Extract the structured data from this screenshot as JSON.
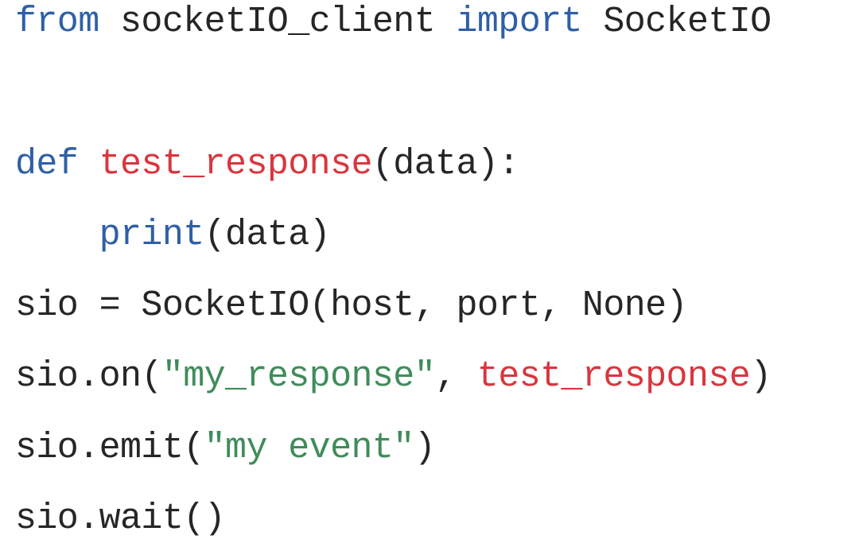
{
  "code": {
    "lines": [
      [
        {
          "text": "from",
          "kind": "kw"
        },
        {
          "text": " socketIO_client ",
          "kind": "plain"
        },
        {
          "text": "import",
          "kind": "kw"
        },
        {
          "text": " SocketIO",
          "kind": "plain"
        }
      ],
      [],
      [
        {
          "text": "def",
          "kind": "kw"
        },
        {
          "text": " ",
          "kind": "plain"
        },
        {
          "text": "test_response",
          "kind": "fn"
        },
        {
          "text": "(data):",
          "kind": "plain"
        }
      ],
      [
        {
          "text": "    ",
          "kind": "plain"
        },
        {
          "text": "print",
          "kind": "kw"
        },
        {
          "text": "(data)",
          "kind": "plain"
        }
      ],
      [
        {
          "text": "sio = SocketIO(host, port, None)",
          "kind": "plain"
        }
      ],
      [
        {
          "text": "sio.on(",
          "kind": "plain"
        },
        {
          "text": "\"my_response\"",
          "kind": "str"
        },
        {
          "text": ", ",
          "kind": "plain"
        },
        {
          "text": "test_response",
          "kind": "fn"
        },
        {
          "text": ")",
          "kind": "plain"
        }
      ],
      [
        {
          "text": "sio.emit(",
          "kind": "plain"
        },
        {
          "text": "\"my event\"",
          "kind": "str"
        },
        {
          "text": ")",
          "kind": "plain"
        }
      ],
      [
        {
          "text": "sio.wait()",
          "kind": "plain"
        }
      ]
    ]
  },
  "colors": {
    "keyword": "#2f5fa7",
    "function": "#d9363e",
    "string": "#3f8c5a",
    "text": "#262626",
    "background": "#ffffff"
  }
}
